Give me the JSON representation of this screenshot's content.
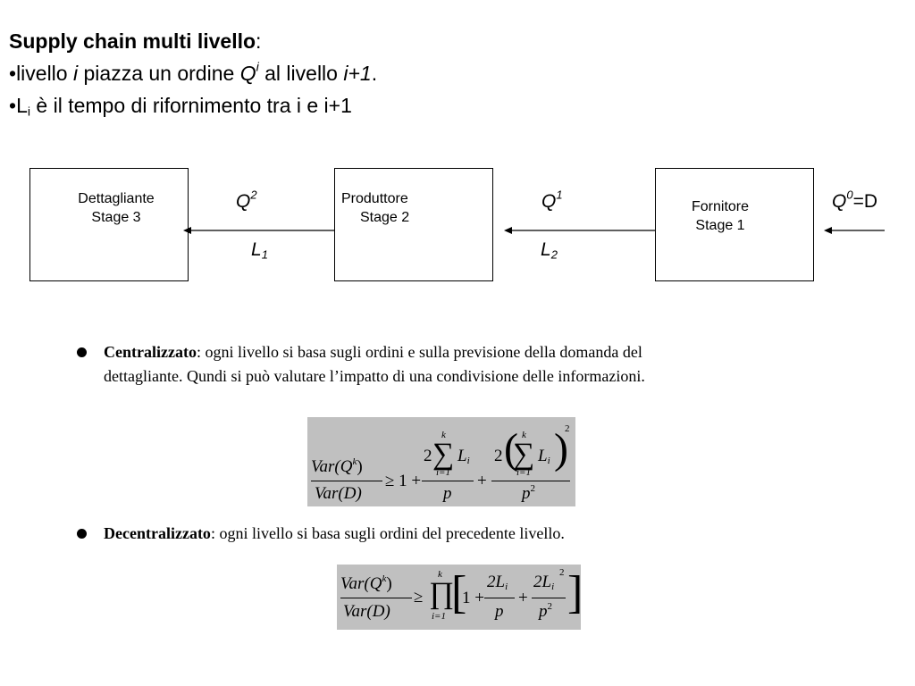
{
  "header": {
    "title": "Supply chain multi livello",
    "title_colon": ":",
    "line2": {
      "bullet": "•",
      "w1": "livello ",
      "var_i": "i",
      "w2": " piazza un ordine ",
      "Q": "Q",
      "Q_sup": "i",
      "w3": " al livello ",
      "next": "i+1",
      "end": "."
    },
    "line3": {
      "bullet": "•",
      "L": "L",
      "L_sub": "i",
      "rest": " è il tempo di rifornimento tra i e i+1"
    }
  },
  "diagram": {
    "stages": [
      {
        "name": "Dettagliante",
        "stage": "Stage 3"
      },
      {
        "name": "Produttore",
        "stage": "Stage 2"
      },
      {
        "name": "Fornitore",
        "stage": "Stage 1"
      }
    ],
    "flows": {
      "q2": {
        "base": "Q",
        "sup": "2"
      },
      "l1": {
        "base": "L",
        "sub": "1"
      },
      "q1": {
        "base": "Q",
        "sup": "1"
      },
      "l2": {
        "base": "L",
        "sub": "2"
      },
      "q0": {
        "base": "Q",
        "sup": "0",
        "suffix": "=D"
      }
    }
  },
  "bullets": {
    "centralized": {
      "term": "Centralizzato",
      "text": ": ogni livello si basa sugli ordini e sulla previsione della domanda del",
      "text2": "dettagliante. Qundi si può valutare l’impatto di una condivisione delle informazioni."
    },
    "decentralized": {
      "term": "Decentralizzato",
      "text": ": ogni livello si basa sugli ordini del precedente livello."
    }
  },
  "formulas": {
    "f1": {
      "num": "Var(Q",
      "num_sup": "k",
      "num_close": ")",
      "den": "Var(D)",
      "ge": "≥ 1 +",
      "t1_coef": "2",
      "sum": "∑",
      "sum_top": "k",
      "sum_bot": "i=1",
      "L": "L",
      "L_sub": "i",
      "t1_den": "p",
      "plus": "+",
      "t2_coef": "2",
      "t2_den": "p",
      "t2_den_sup": "2",
      "paren_sup": "2"
    },
    "f2": {
      "num": "Var(Q",
      "num_sup": "k",
      "num_close": ")",
      "den": "Var(D)",
      "ge": "≥",
      "prod": "∏",
      "prod_top": "k",
      "prod_bot": "i=1",
      "one_plus": "1 +",
      "a_num": "2L",
      "a_sub": "i",
      "a_den": "p",
      "plus": "+",
      "b_num": "2L",
      "b_sub": "i",
      "b_sup": "2",
      "b_den": "p",
      "b_den_sup": "2"
    }
  }
}
